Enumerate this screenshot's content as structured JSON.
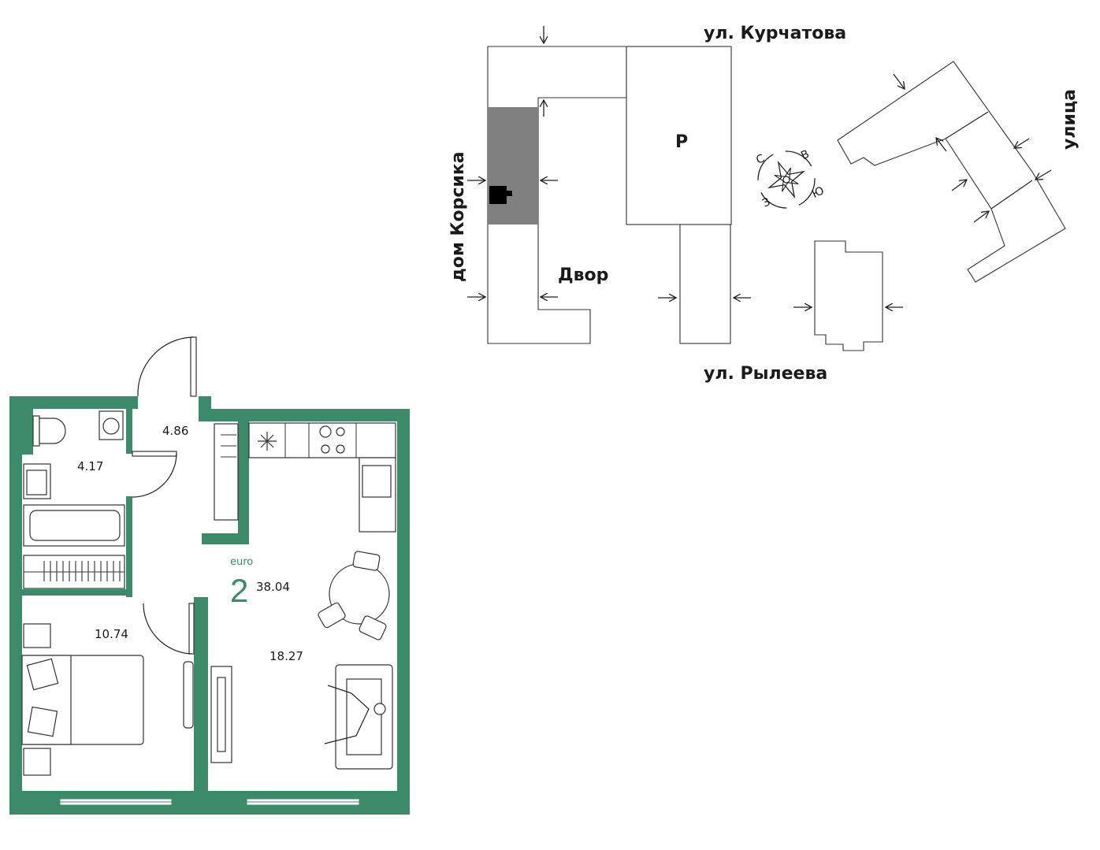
{
  "site_plan": {
    "streets": {
      "north": "ул. Курчатова",
      "south": "ул. Рылеева",
      "west": "дом Корсика",
      "east": "улица"
    },
    "courtyard_label": "Двор",
    "parking_label": "Р",
    "compass": {
      "north": "С",
      "east": "В",
      "south": "Ю",
      "west": "З"
    },
    "colors": {
      "highlight_section": "#808080",
      "flat_marker": "#000000"
    }
  },
  "floor_plan": {
    "type_label": "euro",
    "rooms_count": "2",
    "total_area": "38.04",
    "rooms": [
      {
        "name": "hallway",
        "area": "4.86"
      },
      {
        "name": "bathroom",
        "area": "4.17"
      },
      {
        "name": "bedroom",
        "area": "10.74"
      },
      {
        "name": "kitchen-living",
        "area": "18.27"
      }
    ],
    "colors": {
      "wall": "#3d8a6b",
      "accent_text": "#3d8a6b"
    }
  }
}
